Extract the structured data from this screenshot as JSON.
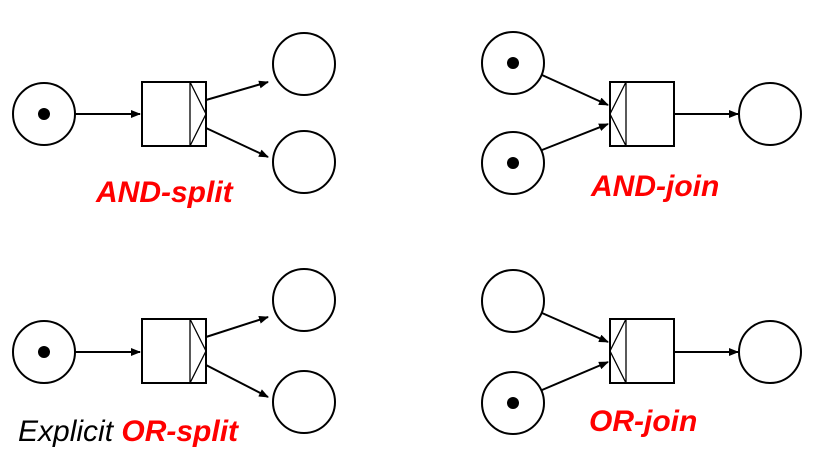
{
  "colors": {
    "label": "#ff0000",
    "line": "#000000",
    "background": "#ffffff"
  },
  "labels": {
    "and_split": "AND-split",
    "and_join": "AND-join",
    "or_split_prefix": "Explicit",
    "or_split": "OR-split",
    "or_join": "OR-join"
  },
  "diagrams": {
    "and_split": {
      "tokens_in": [
        true
      ],
      "tokens_out": [
        false,
        false
      ]
    },
    "and_join": {
      "tokens_in": [
        true,
        true
      ],
      "tokens_out": [
        false
      ]
    },
    "or_split": {
      "tokens_in": [
        true
      ],
      "tokens_out": [
        false,
        false
      ]
    },
    "or_join": {
      "tokens_in": [
        false,
        true
      ],
      "tokens_out": [
        false
      ]
    }
  }
}
